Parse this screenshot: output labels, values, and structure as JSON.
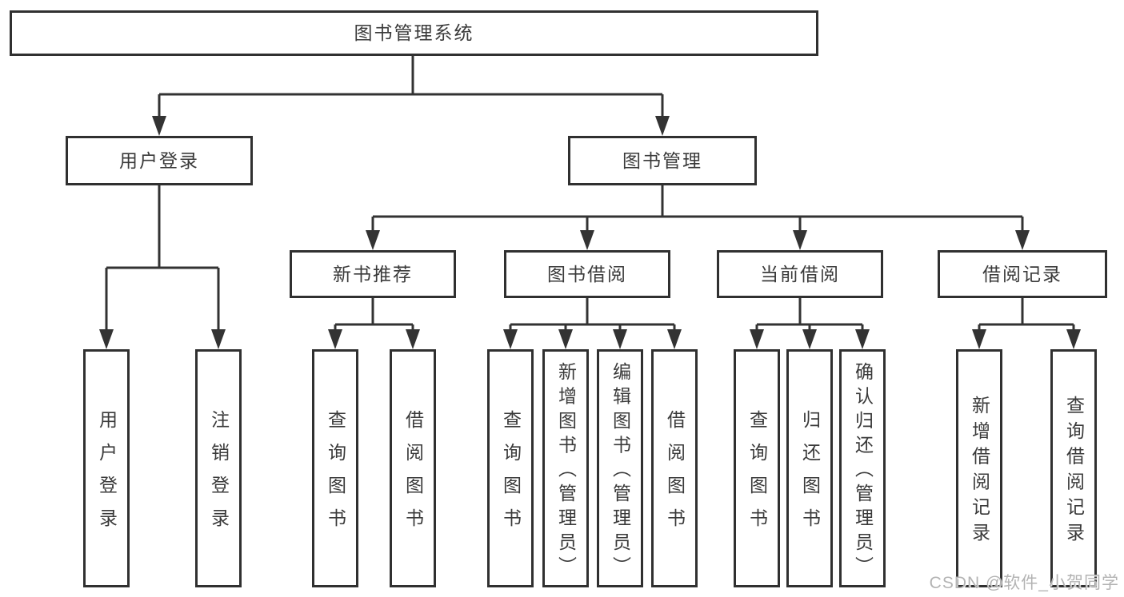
{
  "diagram_title": "图书管理系统",
  "watermark": "CSDN @软件_小贺同学",
  "colors": {
    "line": "#333333",
    "box_border": "#303030",
    "text": "#3a3a3a",
    "background": "#ffffff",
    "watermark": "#b3b3b3"
  },
  "tree": {
    "root": {
      "label": "图书管理系统",
      "children": [
        {
          "label": "用户登录",
          "children": [
            {
              "label": "用户登录"
            },
            {
              "label": "注销登录"
            }
          ]
        },
        {
          "label": "图书管理",
          "children": [
            {
              "label": "新书推荐",
              "children": [
                {
                  "label": "查询图书"
                },
                {
                  "label": "借阅图书"
                }
              ]
            },
            {
              "label": "图书借阅",
              "children": [
                {
                  "label": "查询图书"
                },
                {
                  "label": "新增图书（管理员）"
                },
                {
                  "label": "编辑图书（管理员）"
                },
                {
                  "label": "借阅图书"
                }
              ]
            },
            {
              "label": "当前借阅",
              "children": [
                {
                  "label": "查询图书"
                },
                {
                  "label": "归还图书"
                },
                {
                  "label": "确认归还（管理员）"
                }
              ]
            },
            {
              "label": "借阅记录",
              "children": [
                {
                  "label": "新增借阅记录"
                },
                {
                  "label": "查询借阅记录"
                }
              ]
            }
          ]
        }
      ]
    }
  }
}
